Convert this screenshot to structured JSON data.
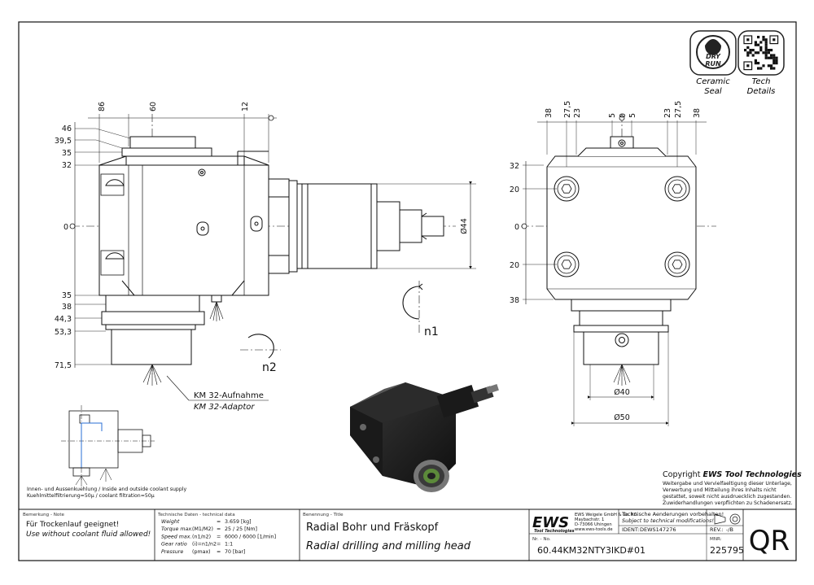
{
  "badges": {
    "dry_run": {
      "line1": "DRY",
      "line2": "RUN",
      "caption1": "Ceramic",
      "caption2": "Seal"
    },
    "tech": {
      "caption1": "Tech",
      "caption2": "Details"
    }
  },
  "front_view": {
    "dims_top": [
      "86",
      "60",
      "12"
    ],
    "dims_left": [
      "46",
      "39,5",
      "35",
      "32",
      "0",
      "35",
      "38",
      "44,3",
      "53,3",
      "71,5"
    ],
    "dia": "Ø44",
    "n1": "n1",
    "n2": "n2",
    "km_de": "KM 32-Aufnahme",
    "km_en": "KM 32-Adaptor"
  },
  "side_view": {
    "dims_top_left": [
      "38",
      "27,5",
      "23"
    ],
    "dims_top_center": [
      "5",
      "0",
      "5"
    ],
    "dims_top_right": [
      "23",
      "27,5",
      "38"
    ],
    "dims_left": [
      "32",
      "20",
      "0",
      "20",
      "38"
    ],
    "dia40": "Ø40",
    "dia50": "Ø50"
  },
  "coolant": {
    "line1": "Innen- und Aussenkuehlung / Inside and outside coolant supply",
    "line2": "Kuehlmittelfiltrierung=50µ / coolant filtration=50µ"
  },
  "copyright": {
    "title_prefix": "Copyright ",
    "title_brand": "EWS Tool Technologies",
    "lines": [
      "Weitergabe und Vervielfaeltigung dieser Unterlage,",
      "Verwertung und Mitteilung ihres Inhalts nicht",
      "gestattet, soweit nicht ausdruecklich zugestanden.",
      "Zuwiderhandlungen verpflichten zu Schadenersatz."
    ]
  },
  "title_block": {
    "note_label": "Bemerkung - Note",
    "note_de": "Für Trockenlauf geeignet!",
    "note_en": "Use without coolant fluid allowed!",
    "tech_label": "Technische Daten - technical data",
    "tech_rows": [
      {
        "name": "Weight",
        "sym": "",
        "eq": "=",
        "val": "3.659  [kg]"
      },
      {
        "name": "Torque max.",
        "sym": "(M1/M2)",
        "eq": "=",
        "val": "25 / 25 [Nm]"
      },
      {
        "name": "Speed max.",
        "sym": "(n1/n2)",
        "eq": "=",
        "val": "6000 / 6000 [1/min]"
      },
      {
        "name": "Gear ratio",
        "sym": "(i)=n1/n2",
        "eq": "=",
        "val": "1:1"
      },
      {
        "name": "Pressure",
        "sym": "(pmax)",
        "eq": "=",
        "val": "70 [bar]"
      }
    ],
    "title_label": "Benennung - Title",
    "title_de": "Radial Bohr und Fräskopf",
    "title_en": "Radial drilling and milling head",
    "logo": "EWS",
    "logo_sub": "Tool Technologies",
    "company_lines": [
      "EWS Weigele GmbH & Co. KG",
      "Maybachstr. 1",
      "D-73066 Uhingen",
      "www.ews-tools.de"
    ],
    "change_de": "Technische Aenderungen vorbehalten!",
    "change_en": "Subject to technical modifications!",
    "ident_label": "IDENT:",
    "ident": "DEWS147276",
    "rev_label": "REV.:",
    "rev": "-/B",
    "nr_label": "Nr. - No.",
    "part_no": "60.44KM32NTY3IKD#01",
    "mnr_label": "MNR:",
    "mnr": "225795",
    "qr": "QR"
  }
}
